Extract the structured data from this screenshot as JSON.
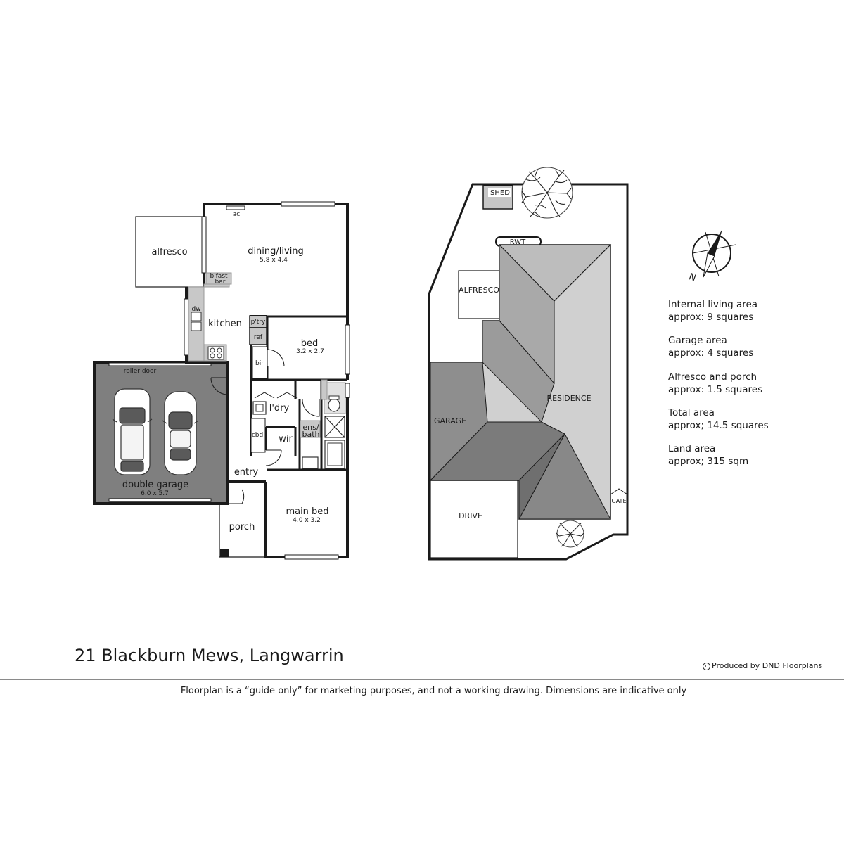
{
  "floor_plan": {
    "rooms": {
      "dining_living": {
        "label": "dining/living",
        "dims": "5.8 x 4.4"
      },
      "alfresco": {
        "label": "alfresco"
      },
      "kitchen": {
        "label": "kitchen"
      },
      "bfast_bar": {
        "line1": "b'fast",
        "line2": "bar"
      },
      "ac": "ac",
      "dw": "dw",
      "pantry": "p'try",
      "ref": "ref",
      "bir": "bir",
      "bed": {
        "label": "bed",
        "dims": "3.2 x 2.7"
      },
      "laundry": "l'dry",
      "cbd": "cbd",
      "wir": "wir",
      "ensuite": {
        "line1": "ens/",
        "line2": "bath"
      },
      "entry": "entry",
      "porch": "porch",
      "main_bed": {
        "label": "main bed",
        "dims": "4.0 x 3.2"
      },
      "garage": {
        "label": "double garage",
        "dims": "6.0 x 5.7"
      },
      "roller_door": "roller door"
    }
  },
  "site_plan": {
    "shed": "SHED",
    "rwt": "RWT",
    "alfresco": "ALFRESCO",
    "residence": "RESIDENCE",
    "garage": "GARAGE",
    "drive": "DRIVE",
    "gate": "GATE"
  },
  "areas": [
    {
      "label": "Internal living area",
      "value": "approx: 9 squares"
    },
    {
      "label": "Garage area",
      "value": "approx: 4 squares"
    },
    {
      "label": "Alfresco and porch",
      "value": "approx: 1.5 squares"
    },
    {
      "label": "Total area",
      "value": "approx; 14.5 squares"
    },
    {
      "label": "Land area",
      "value": "approx; 315 sqm"
    }
  ],
  "compass_label": "N",
  "address": "21 Blackburn Mews, Langwarrin",
  "credit": {
    "symbol": "c",
    "text": "Produced by DND Floorplans"
  },
  "disclaimer": "Floorplan is a  “guide only” for marketing purposes, and not a working drawing.  Dimensions are indicative only"
}
